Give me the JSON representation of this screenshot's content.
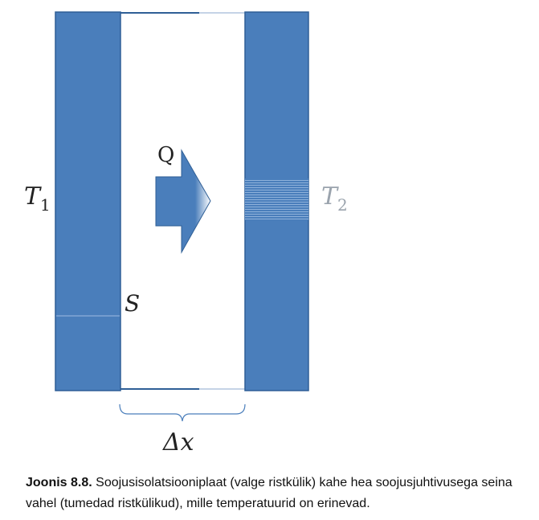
{
  "labels": {
    "T1_base": "T",
    "T1_sub": "1",
    "T2_base": "T",
    "T2_sub": "2",
    "Q": "Q",
    "S": "S",
    "dx": "Δx"
  },
  "caption": {
    "prefix": "Joonis 8.8.",
    "text": " Soojusisolatsiooniplaat (valge ristkülik) kahe hea soojusjuhtivusega seina vahel (tumedad ristkülikud), mille temperatuurid on erinevad."
  },
  "colors": {
    "wall": "#4a7ebb",
    "wall_edge": "#2f5f96",
    "arrow": "#4a7ebb"
  }
}
